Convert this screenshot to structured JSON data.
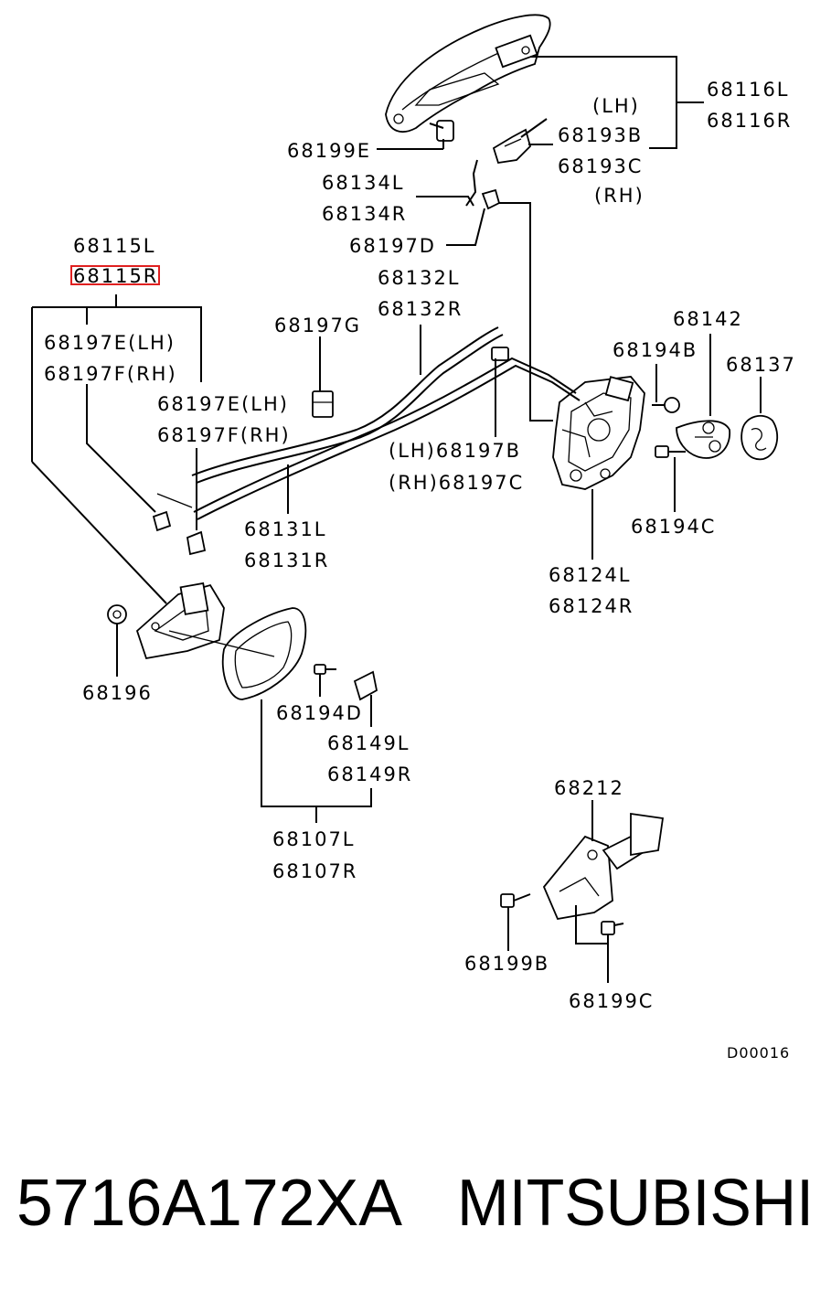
{
  "labels": {
    "p68116L": "68116L",
    "p68116R": "68116R",
    "lh_top": "(LH)",
    "p68193B": "68193B",
    "p68193C": "68193C",
    "rh_top": "(RH)",
    "p68199E": "68199E",
    "p68134L": "68134L",
    "p68134R": "68134R",
    "p68197D": "68197D",
    "p68115L": "68115L",
    "p68115R": "68115R",
    "p68132L": "68132L",
    "p68132R": "68132R",
    "p68197G": "68197G",
    "p68197E_a": "68197E(LH)",
    "p68197F_a": "68197F(RH)",
    "p68197E_b": "68197E(LH)",
    "p68197F_b": "68197F(RH)",
    "p68142": "68142",
    "p68194B": "68194B",
    "p68137": "68137",
    "p68197B": "(LH)68197B",
    "p68197C": "(RH)68197C",
    "p68131L": "68131L",
    "p68131R": "68131R",
    "p68194C": "68194C",
    "p68124L": "68124L",
    "p68124R": "68124R",
    "p68196": "68196",
    "p68194D": "68194D",
    "p68149L": "68149L",
    "p68149R": "68149R",
    "p68107L": "68107L",
    "p68107R": "68107R",
    "p68212": "68212",
    "p68199B": "68199B",
    "p68199C": "68199C",
    "diagram_code": "D00016"
  },
  "footer": {
    "part_number": "5716A172XA",
    "brand": "MITSUBISHI"
  },
  "highlight_color": "#e02020"
}
